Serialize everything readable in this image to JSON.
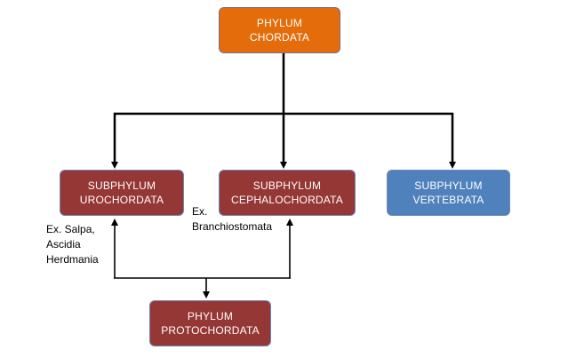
{
  "diagram": {
    "root": {
      "line1": "PHYLUM",
      "line2": "CHORDATA"
    },
    "urochordata": {
      "line1": "SUBPHYLUM",
      "line2": "UROCHORDATA"
    },
    "cephalochordata": {
      "line1": "SUBPHYLUM",
      "line2": "CEPHALOCHORDATA"
    },
    "vertebrata": {
      "line1": "SUBPHYLUM",
      "line2": "VERTEBRATA"
    },
    "protochordata": {
      "line1": "PHYLUM",
      "line2": "PROTOCHORDATA"
    },
    "examples_urochordata": [
      "Ex. Salpa,",
      "Ascidia",
      "Herdmania"
    ],
    "examples_cephalochordata": [
      "Ex.",
      "Branchiostomata"
    ]
  },
  "colors": {
    "root": "#e46c0a",
    "subphylum_red": "#953735",
    "subphylum_blue": "#4f81bd",
    "connector": "#000000"
  }
}
